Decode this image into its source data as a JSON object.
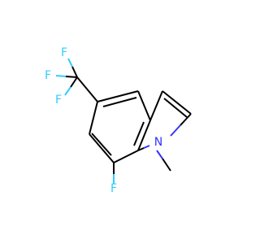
{
  "molecule": {
    "atoms": {
      "f_top": {
        "symbol": "F",
        "color": "#33ccff"
      },
      "f_left": {
        "symbol": "F",
        "color": "#33ccff"
      },
      "f_bottom_cf3": {
        "symbol": "F",
        "color": "#33ccff"
      },
      "f_ring": {
        "symbol": "F",
        "color": "#33ccff"
      },
      "n_ring": {
        "symbol": "N",
        "color": "#3333ff"
      }
    }
  }
}
